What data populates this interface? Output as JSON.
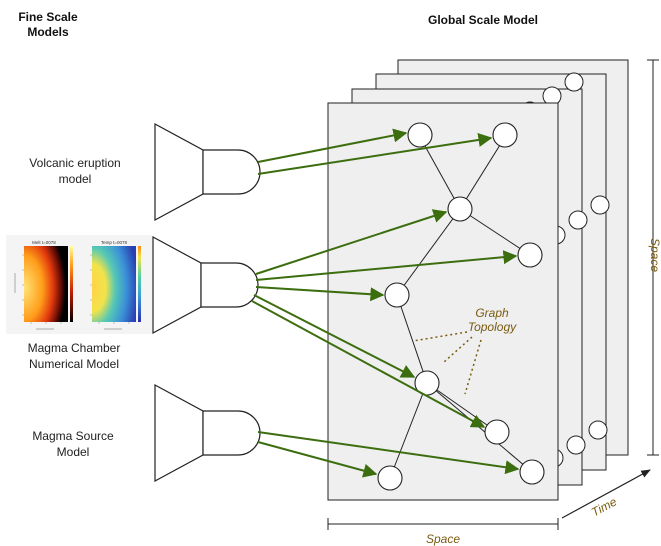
{
  "headings": {
    "fine_scale": "Fine Scale Models",
    "global_scale": "Global Scale Model"
  },
  "models": [
    {
      "label": "Volcanic eruption model"
    },
    {
      "label": "Magma Chamber Numerical Model"
    },
    {
      "label": "Magma Source Model"
    }
  ],
  "annotations": {
    "graph_topology": "Graph Topology",
    "space_bottom": "Space",
    "space_right": "Space",
    "time": "Time"
  },
  "thumbnail": {
    "left_title": "Melt t=0078",
    "right_title": "Temp t=0078"
  },
  "colors": {
    "arrow": "#3c6e0f",
    "annotation": "#7a5c10",
    "panel_fill": "#efefef",
    "panel_stroke": "#222222"
  }
}
